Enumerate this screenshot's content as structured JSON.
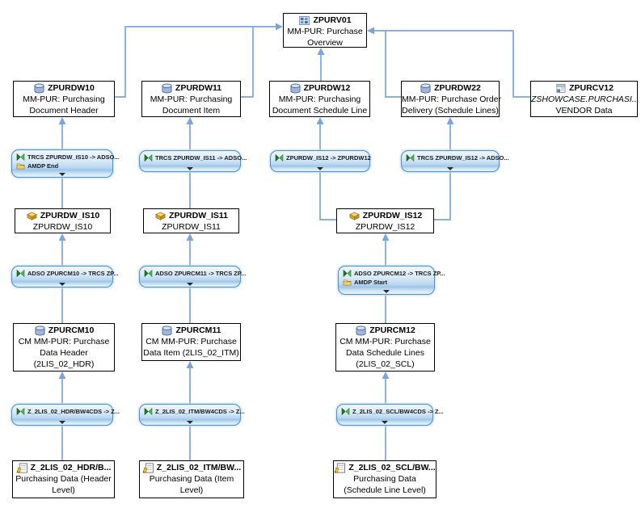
{
  "diagram": {
    "colors": {
      "connector_blue": "#7aa5dc",
      "transform_border": "#4a90d2",
      "transform_fill_light": "#edf5fc",
      "transform_fill_dark": "#9cc5e8",
      "node_border": "#000000",
      "node_background": "#ffffff",
      "infosource_gold": "#d9a62a",
      "transformation_green": "#1f7a1f"
    },
    "icons": {
      "composite-provider-icon": "blue-grid-cube",
      "adso-icon": "blue-database-cylinder",
      "open-ods-view-icon": "table-sheet-with-blue-cells",
      "infosource-icon": "gold-3d-slab",
      "datasource-icon": "document-with-yellow-pencil",
      "transformation-icon": "green-bowtie-triangles",
      "amdp-icon": "yellow-folder",
      "expand-arrow-icon": "black-triangle-down"
    }
  },
  "nodes": {
    "zpurv01": {
      "title": "ZPURV01",
      "lines": [
        "MM-PUR: Purchase",
        "Overview"
      ]
    },
    "zpurdw10": {
      "title": "ZPURDW10",
      "lines": [
        "MM-PUR: Purchasing",
        "Document Header"
      ]
    },
    "zpurdw11": {
      "title": "ZPURDW11",
      "lines": [
        "MM-PUR: Purchasing",
        "Document Item"
      ]
    },
    "zpurdw12": {
      "title": "ZPURDW12",
      "lines": [
        "MM-PUR: Purchasing",
        "Document Schedule Line"
      ]
    },
    "zpurdw22": {
      "title": "ZPURDW22",
      "lines": [
        "MM-PUR: Purchase Order",
        "Delivery (Schedule Lines)"
      ]
    },
    "zpurcv12": {
      "title": "ZPURCV12",
      "lines": [
        "ZSHOWCASE.PURCHASI...",
        "VENDOR Data"
      ]
    },
    "zpurdw_is10": {
      "title": "ZPURDW_IS10",
      "lines": [
        "ZPURDW_IS10"
      ]
    },
    "zpurdw_is11": {
      "title": "ZPURDW_IS11",
      "lines": [
        "ZPURDW_IS11"
      ]
    },
    "zpurdw_is12": {
      "title": "ZPURDW_IS12",
      "lines": [
        "ZPURDW_IS12"
      ]
    },
    "zpurcm10": {
      "title": "ZPURCM10",
      "lines": [
        "CM MM-PUR: Purchase",
        "Data Header",
        "(2LIS_02_HDR)"
      ]
    },
    "zpurcm11": {
      "title": "ZPURCM11",
      "lines": [
        "CM MM-PUR: Purchase",
        "Data Item (2LIS_02_ITM)"
      ]
    },
    "zpurcm12": {
      "title": "ZPURCM12",
      "lines": [
        "CM MM-PUR: Purchase",
        "Data Schedule Lines",
        "(2LIS_02_SCL)"
      ]
    },
    "ds_hdr": {
      "title": "Z_2LIS_02_HDR/B...",
      "lines": [
        "Purchasing Data (Header",
        "Level)"
      ]
    },
    "ds_itm": {
      "title": "Z_2LIS_02_ITM/BW...",
      "lines": [
        "Purchasing Data (Item",
        "Level)"
      ]
    },
    "ds_scl": {
      "title": "Z_2LIS_02_SCL/BW...",
      "lines": [
        "Purchasing Data",
        "(Schedule Line Level)"
      ]
    }
  },
  "transformations": {
    "t_is10_dw10": {
      "label": "TRCS ZPURDW_IS10 -> ADSO...",
      "sublabel": "AMDP End"
    },
    "t_is11_dw11": {
      "label": "TRCS ZPURDW_IS11 -> ADSO..."
    },
    "t_is12_dw12": {
      "label": "ZPURDW_IS12 -> ZPURDW12"
    },
    "t_is12_dw22": {
      "label": "TRCS ZPURDW_IS12 -> ADSO..."
    },
    "t_cm10_is10": {
      "label": "ADSO ZPURCM10 -> TRCS ZP..."
    },
    "t_cm11_is11": {
      "label": "ADSO ZPURCM11 -> TRCS ZP..."
    },
    "t_cm12_is12": {
      "label": "ADSO ZPURCM12 -> TRCS ZP...",
      "sublabel": "AMDP Start"
    },
    "t_hdr_cm10": {
      "label": "Z_2LIS_02_HDR/BW4CDS -> Z..."
    },
    "t_itm_cm11": {
      "label": "Z_2LIS_02_ITM/BW4CDS -> Z..."
    },
    "t_scl_cm12": {
      "label": "Z_2LIS_02_SCL/BW4CDS -> Z..."
    }
  }
}
